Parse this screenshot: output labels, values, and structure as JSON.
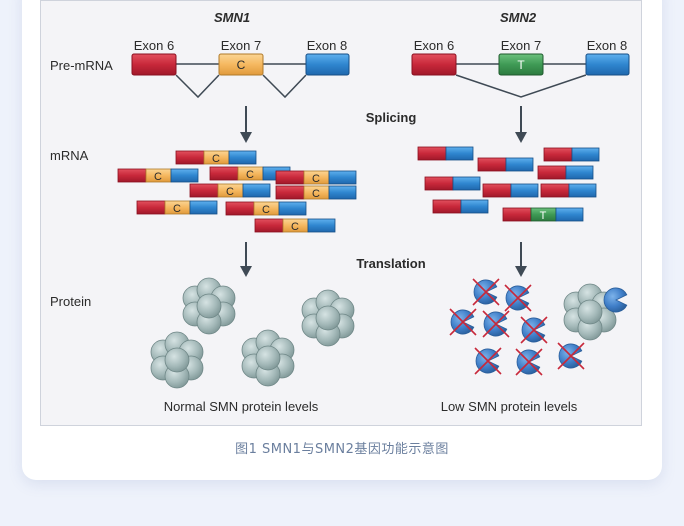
{
  "caption": "图1 SMN1与SMN2基因功能示意图",
  "genes": {
    "left": "SMN1",
    "right": "SMN2"
  },
  "row_labels": {
    "pre_mrna": "Pre-mRNA",
    "mrna": "mRNA",
    "protein": "Protein"
  },
  "exons": {
    "exon6": "Exon 6",
    "exon7": "Exon 7",
    "exon8": "Exon 8",
    "smn1_exon7_nt": "C",
    "smn2_exon7_nt": "T"
  },
  "steps": {
    "splicing": "Splicing",
    "translation": "Translation"
  },
  "outcomes": {
    "left": "Normal SMN protein levels",
    "right": "Low SMN protein levels"
  },
  "colors": {
    "exon6": "#c8283a",
    "exon7_smn1": "#f5b860",
    "exon7_smn2": "#3f9a55",
    "exon8": "#2f86cf",
    "protein": "#9fb5b5",
    "truncated_protein": "#3f7ec8",
    "cross": "#c8283a"
  }
}
